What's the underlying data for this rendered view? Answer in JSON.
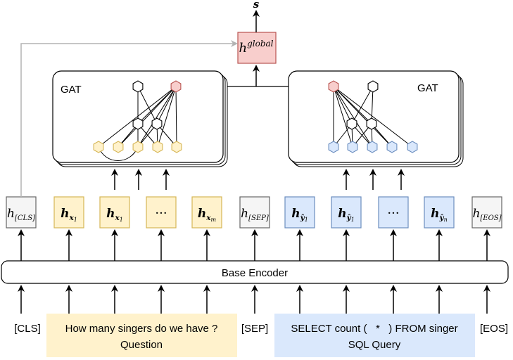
{
  "output_label": "s",
  "global": {
    "base": "h",
    "sup": "global"
  },
  "gat_left_label": "GAT",
  "gat_right_label": "GAT",
  "encoder_label": "Base Encoder",
  "tokens": [
    {
      "base": "h",
      "sub": "[CLS]",
      "kind": "special"
    },
    {
      "base": "h",
      "sub": "x",
      "subsub": "1",
      "kind": "question"
    },
    {
      "base": "h",
      "sub": "x",
      "subsub": "1",
      "kind": "question"
    },
    {
      "text": "···",
      "kind": "question"
    },
    {
      "base": "h",
      "sub": "x",
      "subsub": "m",
      "kind": "question"
    },
    {
      "base": "h",
      "sub": "[SEP]",
      "kind": "special"
    },
    {
      "base": "h",
      "sub": "ŷ",
      "subsub": "1",
      "kind": "sql"
    },
    {
      "base": "h",
      "sub": "ŷ",
      "subsub": "1",
      "kind": "sql"
    },
    {
      "text": "···",
      "kind": "sql"
    },
    {
      "base": "h",
      "sub": "ŷ",
      "subsub": "n",
      "kind": "sql"
    },
    {
      "base": "h",
      "sub": "[EOS]",
      "kind": "special"
    }
  ],
  "input": {
    "cls": "[CLS]",
    "question_text": "How many singers do we have ?",
    "sep": "[SEP]",
    "sql_text": "SELECT count (   *   ) FROM singer",
    "eos": "[EOS]",
    "question_label": "Question",
    "sql_label": "SQL Query"
  },
  "colors": {
    "question_fill": "#fff2cc",
    "question_stroke": "#d6b656",
    "sql_fill": "#dae8fc",
    "sql_stroke": "#6c8ebf",
    "special_fill": "#f5f5f5",
    "special_stroke": "#666666",
    "global_fill": "#f8cecc",
    "global_stroke": "#b85450",
    "skip_arrow": "#b3b3b3"
  }
}
